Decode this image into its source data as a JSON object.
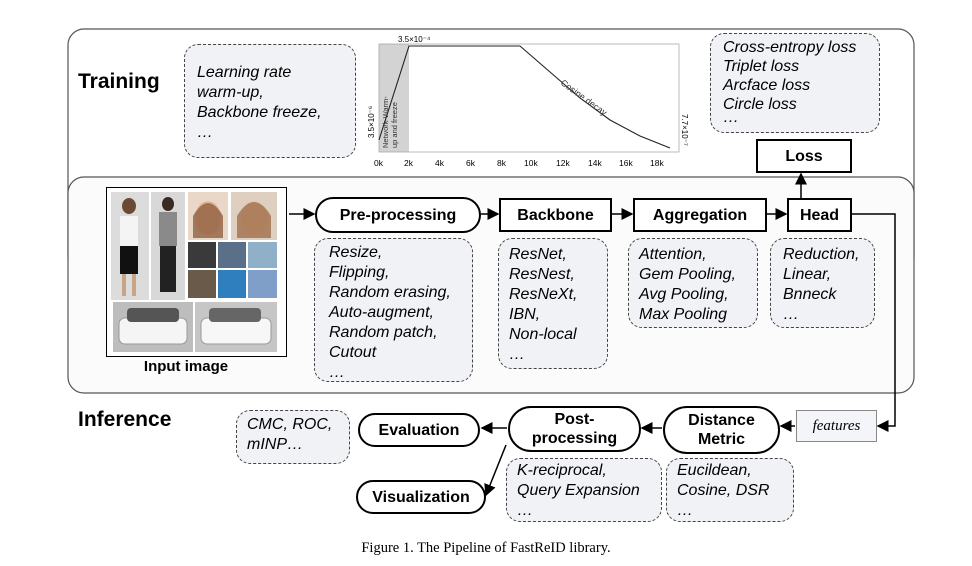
{
  "sections": {
    "training": "Training",
    "inference": "Inference"
  },
  "training": {
    "schedule_notes": [
      "Learning rate",
      "warm-up,",
      "Backbone freeze,",
      "…"
    ],
    "losses": [
      "Cross-entropy loss",
      "Triplet loss",
      "Arcface loss",
      "Circle loss",
      "…"
    ],
    "loss_label": "Loss"
  },
  "lr_chart": {
    "peak_label": "3.5×10⁻⁴",
    "start_label": "3.5×10⁻⁶",
    "end_label": "7.7×10⁻⁷",
    "warmup_label_1": "Network Warm-",
    "warmup_label_2": "up and freeze",
    "cosine_label": "Cosine decay",
    "ticks": [
      "0k",
      "2k",
      "4k",
      "6k",
      "8k",
      "10k",
      "12k",
      "14k",
      "16k",
      "18k"
    ]
  },
  "pipeline": {
    "input_caption": "Input image",
    "preprocessing": "Pre-processing",
    "backbone": "Backbone",
    "aggregation": "Aggregation",
    "head": "Head",
    "preprocessing_items": [
      "Resize,",
      "Flipping,",
      "Random erasing,",
      "Auto-augment,",
      "Random patch,",
      "Cutout",
      "…"
    ],
    "backbone_items": [
      "ResNet,",
      "ResNest,",
      "ResNeXt,",
      "IBN,",
      "Non-local",
      "…"
    ],
    "aggregation_items": [
      "Attention,",
      "Gem Pooling,",
      "Avg Pooling,",
      "Max Pooling"
    ],
    "head_items": [
      "Reduction,",
      "Linear,",
      "Bnneck",
      "…"
    ]
  },
  "inference": {
    "features": "features",
    "distance_line1": "Distance",
    "distance_line2": "Metric",
    "post_line1": "Post-",
    "post_line2": "processing",
    "evaluation": "Evaluation",
    "visualization": "Visualization",
    "eval_items": [
      "CMC, ROC,",
      "mINP…"
    ],
    "post_items": [
      "K-reciprocal,",
      "Query Expansion",
      "…"
    ],
    "distance_items": [
      "Eucildean,",
      "Cosine, DSR",
      "…"
    ]
  },
  "caption": "Figure 1. The Pipeline of FastReID library."
}
